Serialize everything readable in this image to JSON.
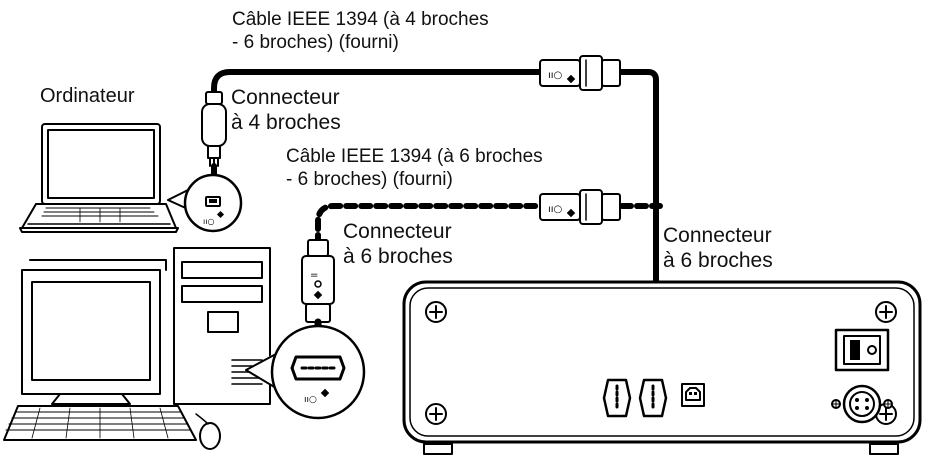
{
  "labels": {
    "cable_4_6": [
      "Câble IEEE 1394 (à 4 broches",
      "- 6 broches) (fourni)"
    ],
    "computer": "Ordinateur",
    "connector_4": [
      "Connecteur",
      "à 4 broches"
    ],
    "cable_6_6": [
      "Câble IEEE 1394 (à 6 broches",
      "- 6 broches) (fourni)"
    ],
    "connector_6_computer": [
      "Connecteur",
      "à 6 broches"
    ],
    "connector_6_device": [
      "Connecteur",
      "à 6 broches"
    ]
  },
  "colors": {
    "stroke": "#000000",
    "background": "#ffffff"
  },
  "icons": [
    "laptop-icon",
    "desktop-computer-icon",
    "external-drive-icon",
    "firewire-4pin-plug-icon",
    "firewire-6pin-plug-icon",
    "firewire-logo-icon",
    "power-switch-icon",
    "usb-b-port-icon",
    "mini-din-port-icon",
    "screw-icon"
  ]
}
